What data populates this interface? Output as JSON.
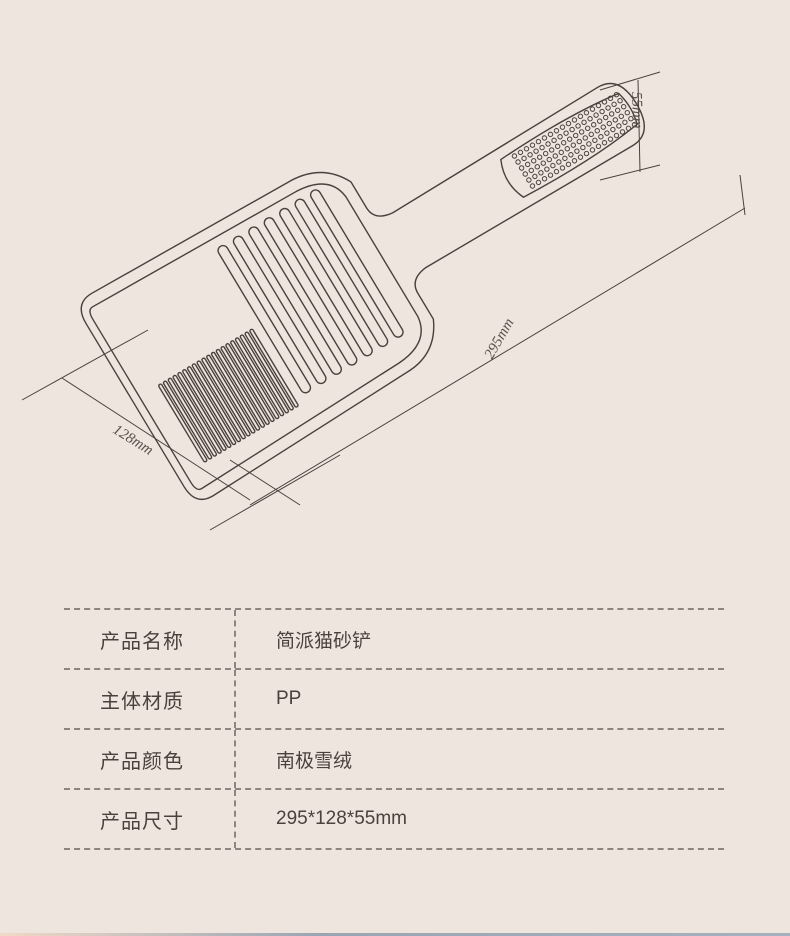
{
  "dimensions": {
    "length": "295mm",
    "width": "128mm",
    "height": "55mm"
  },
  "spec_table": [
    {
      "label": "产品名称",
      "value": "简派猫砂铲"
    },
    {
      "label": "主体材质",
      "value": "PP"
    },
    {
      "label": "产品颜色",
      "value": "南极雪绒"
    },
    {
      "label": "产品尺寸",
      "value": "295*128*55mm"
    }
  ],
  "colors": {
    "background": "#efe5df",
    "line": "#4a403c"
  }
}
